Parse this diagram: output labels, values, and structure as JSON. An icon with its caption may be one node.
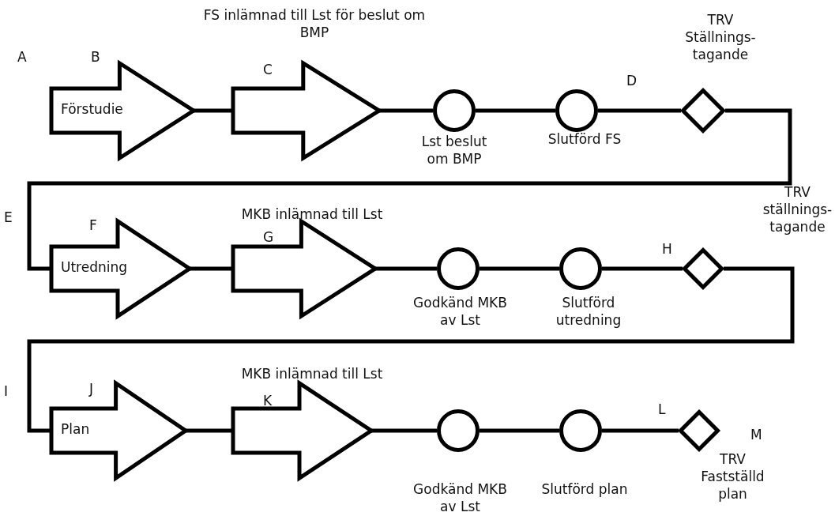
{
  "diagram": {
    "nodes": [
      {
        "text": [
          "Förstudie"
        ]
      },
      {
        "text": [],
        "shape": "arrow",
        "beside": [
          "FS inlämnad till Lst för beslut om BMP"
        ]
      },
      {
        "text": [],
        "shape": "circle",
        "beside": [
          "Lst beslut om BMP"
        ]
      },
      {
        "text": [],
        "shape": "circle",
        "beside": [
          "Slutförd FS"
        ]
      },
      {
        "text": [],
        "shape": "diamond",
        "beside": [
          "TRV Ställnings-tagande"
        ]
      },
      {
        "text": [
          "Utredning"
        ]
      },
      {
        "text": [],
        "shape": "arrow",
        "beside": [
          "MKB inlämnad till Lst"
        ]
      },
      {
        "text": [],
        "shape": "circle",
        "beside": [
          "Godkänd MKB av Lst"
        ]
      },
      {
        "text": [],
        "shape": "circle",
        "beside": [
          "Slutförd utredning"
        ]
      },
      {
        "text": [],
        "shape": "diamond",
        "beside": [
          "TRV ställnings-tagande"
        ]
      },
      {
        "text": [
          "Plan"
        ]
      },
      {
        "text": [],
        "shape": "arrow",
        "beside": [
          "MKB inlämnad till Lst"
        ]
      },
      {
        "text": [],
        "shape": "circle",
        "beside": [
          "Godkänd MKB av Lst"
        ]
      },
      {
        "text": [],
        "shape": "circle",
        "beside": [
          "Slutförd plan"
        ]
      },
      {
        "text": [],
        "shape": "diamond",
        "beside": [
          "TRV Fastställd plan"
        ]
      }
    ],
    "edges": [
      {
        "from": 0,
        "to": 1,
        "arrow": "none"
      },
      {
        "from": 1,
        "to": 2,
        "arrow": "none"
      },
      {
        "from": 2,
        "to": 3,
        "arrow": "none"
      },
      {
        "from": 3,
        "to": 4,
        "arrow": "none"
      },
      {
        "from": 4,
        "to": 5,
        "arrow": "none"
      },
      {
        "from": 5,
        "to": 6,
        "arrow": "none"
      },
      {
        "from": 6,
        "to": 7,
        "arrow": "none"
      },
      {
        "from": 7,
        "to": 8,
        "arrow": "none"
      },
      {
        "from": 8,
        "to": 9,
        "arrow": "none"
      },
      {
        "from": 9,
        "to": 10,
        "arrow": "none"
      },
      {
        "from": 10,
        "to": 11,
        "arrow": "none"
      },
      {
        "from": 11,
        "to": 12,
        "arrow": "none"
      },
      {
        "from": 12,
        "to": 13,
        "arrow": "none"
      },
      {
        "from": 13,
        "to": 14,
        "arrow": "none"
      }
    ],
    "labels": [
      "A",
      "B",
      "C",
      "D",
      "E",
      "F",
      "G",
      "H",
      "I",
      "J",
      "K",
      "L",
      "M"
    ]
  }
}
